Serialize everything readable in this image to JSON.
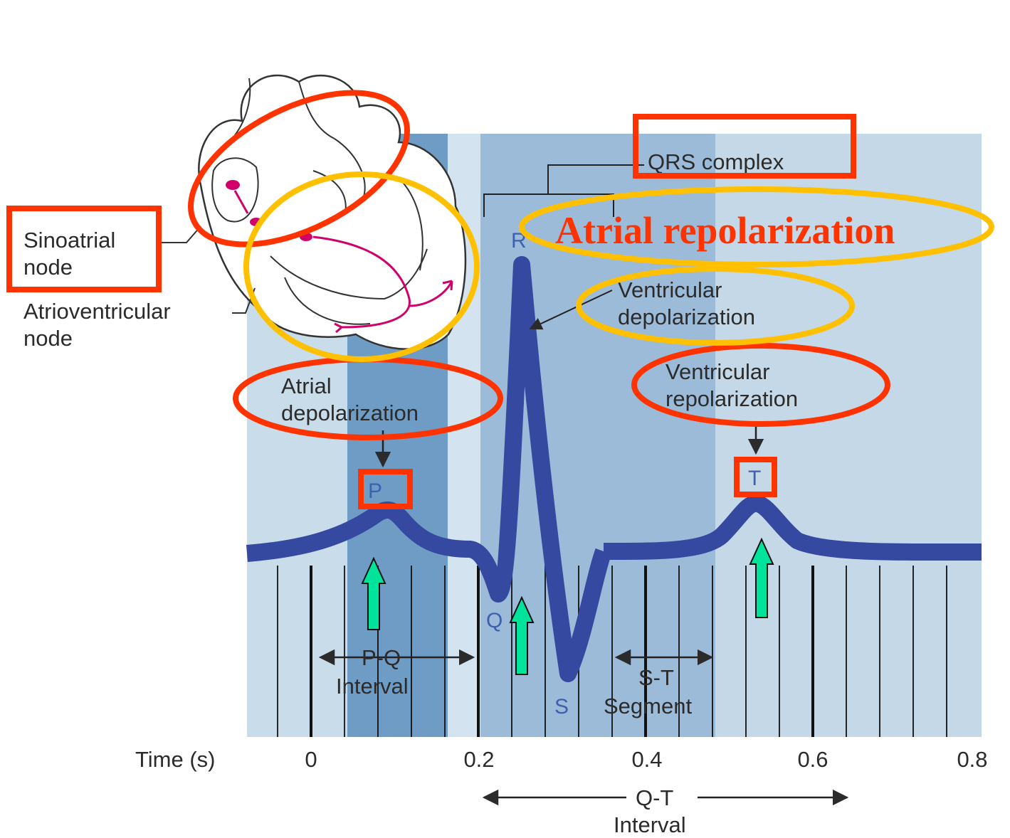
{
  "labels": {
    "sinoatrial": [
      "Sinoatrial",
      "node"
    ],
    "atrioventricular": [
      "Atrioventricular",
      "node"
    ],
    "qrs_complex": "QRS complex",
    "atrial_repolarization": "Atrial repolarization",
    "ventricular_depolarization": [
      "Ventricular",
      "depolarization"
    ],
    "ventricular_repolarization": [
      "Ventricular",
      "repolarization"
    ],
    "atrial_depolarization": [
      "Atrial",
      "depolarization"
    ],
    "pq_interval": [
      "P-Q",
      "Interval"
    ],
    "st_segment": [
      "S-T",
      "Segment"
    ],
    "qt_interval": [
      "Q-T",
      "Interval"
    ]
  },
  "waves": {
    "p": "P",
    "q": "Q",
    "r": "R",
    "s": "S",
    "t": "T"
  },
  "time_axis": {
    "label": "Time (s)",
    "ticks": [
      "0",
      "0.2",
      "0.4",
      "0.6",
      "0.8"
    ]
  },
  "colors": {
    "highlight_red": "#ff3300",
    "highlight_yellow": "#ffc000",
    "marker_arrow": "#00e39a",
    "trace": "#3549a0",
    "band_light": "#c9dcea",
    "band_mid": "#9cbbd8",
    "band_dark": "#6f9cc5"
  }
}
